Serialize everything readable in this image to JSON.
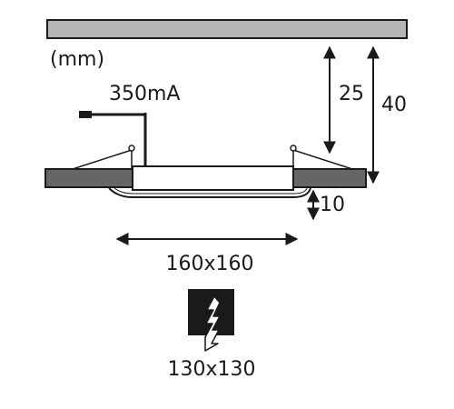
{
  "units_label": "(mm)",
  "current_label": "350mA",
  "dimensions": {
    "ceiling_to_housing_top": "25",
    "total_height": "40",
    "rim_depth": "10",
    "outer_size": "160x160",
    "cutout_size": "130x130"
  },
  "icons": {
    "cutout": "cutout-hole-saw-icon"
  },
  "colors": {
    "ceiling_fill": "#b5b5b5",
    "panel_fill": "#666666",
    "line": "#1a1a1a",
    "icon_fill": "#1a1a1a",
    "background": "#ffffff"
  }
}
